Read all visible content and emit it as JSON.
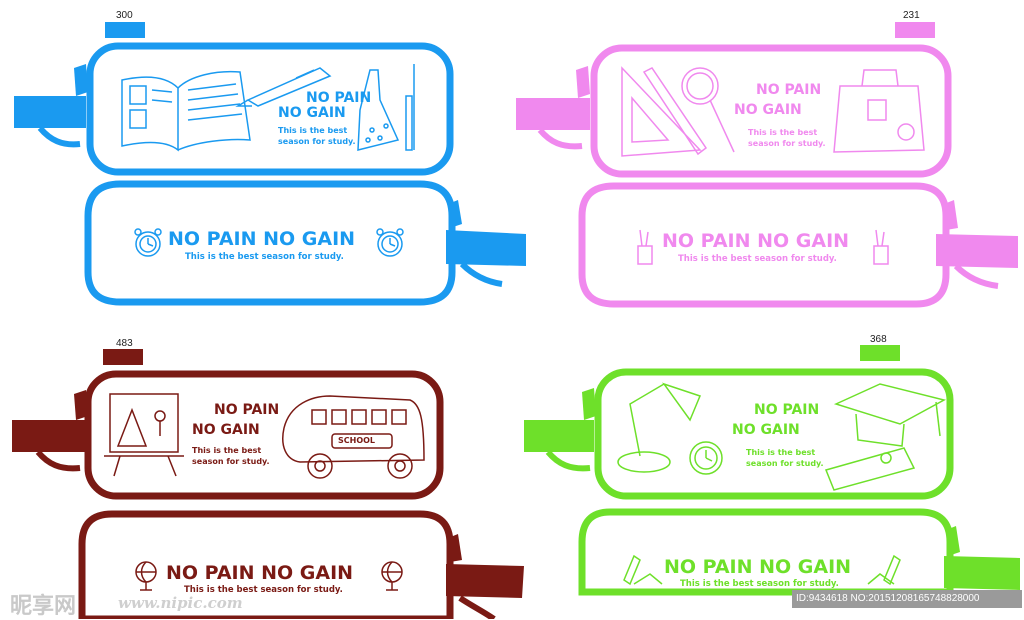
{
  "swatches": {
    "blue": {
      "code": "300",
      "color": "#1a9af0"
    },
    "pink": {
      "code": "231",
      "color": "#f089ee"
    },
    "brown": {
      "code": "483",
      "color": "#7a1a14"
    },
    "green": {
      "code": "368",
      "color": "#6ee02a"
    }
  },
  "designs": {
    "blue": {
      "top_title_1": "NO PAIN",
      "top_title_2": "NO GAIN",
      "top_sub_1": "This is the best",
      "top_sub_2": "season for study.",
      "bottom_title": "NO PAIN NO GAIN",
      "bottom_sub": "This is the best season for study."
    },
    "pink": {
      "top_title_1": "NO PAIN",
      "top_title_2": "NO GAIN",
      "top_sub_1": "This is the best",
      "top_sub_2": "season for study.",
      "bottom_title": "NO PAIN NO GAIN",
      "bottom_sub": "This is the best season for study."
    },
    "brown": {
      "top_title_1": "NO PAIN",
      "top_title_2": "NO GAIN",
      "top_sub_1": "This is the best",
      "top_sub_2": "season for study.",
      "bus_label": "SCHOOL",
      "bottom_title": "NO PAIN NO GAIN",
      "bottom_sub": "This is the best season for study."
    },
    "green": {
      "top_title_1": "NO PAIN",
      "top_title_2": "NO GAIN",
      "top_sub_1": "This is the best",
      "top_sub_2": "season for study.",
      "bottom_title": "NO PAIN NO GAIN",
      "bottom_sub": "This is the best season for study."
    }
  },
  "watermark": {
    "site": "昵享网",
    "url": "www.nipic.com",
    "id": "ID:9434618 NO:20151208165748828000"
  }
}
